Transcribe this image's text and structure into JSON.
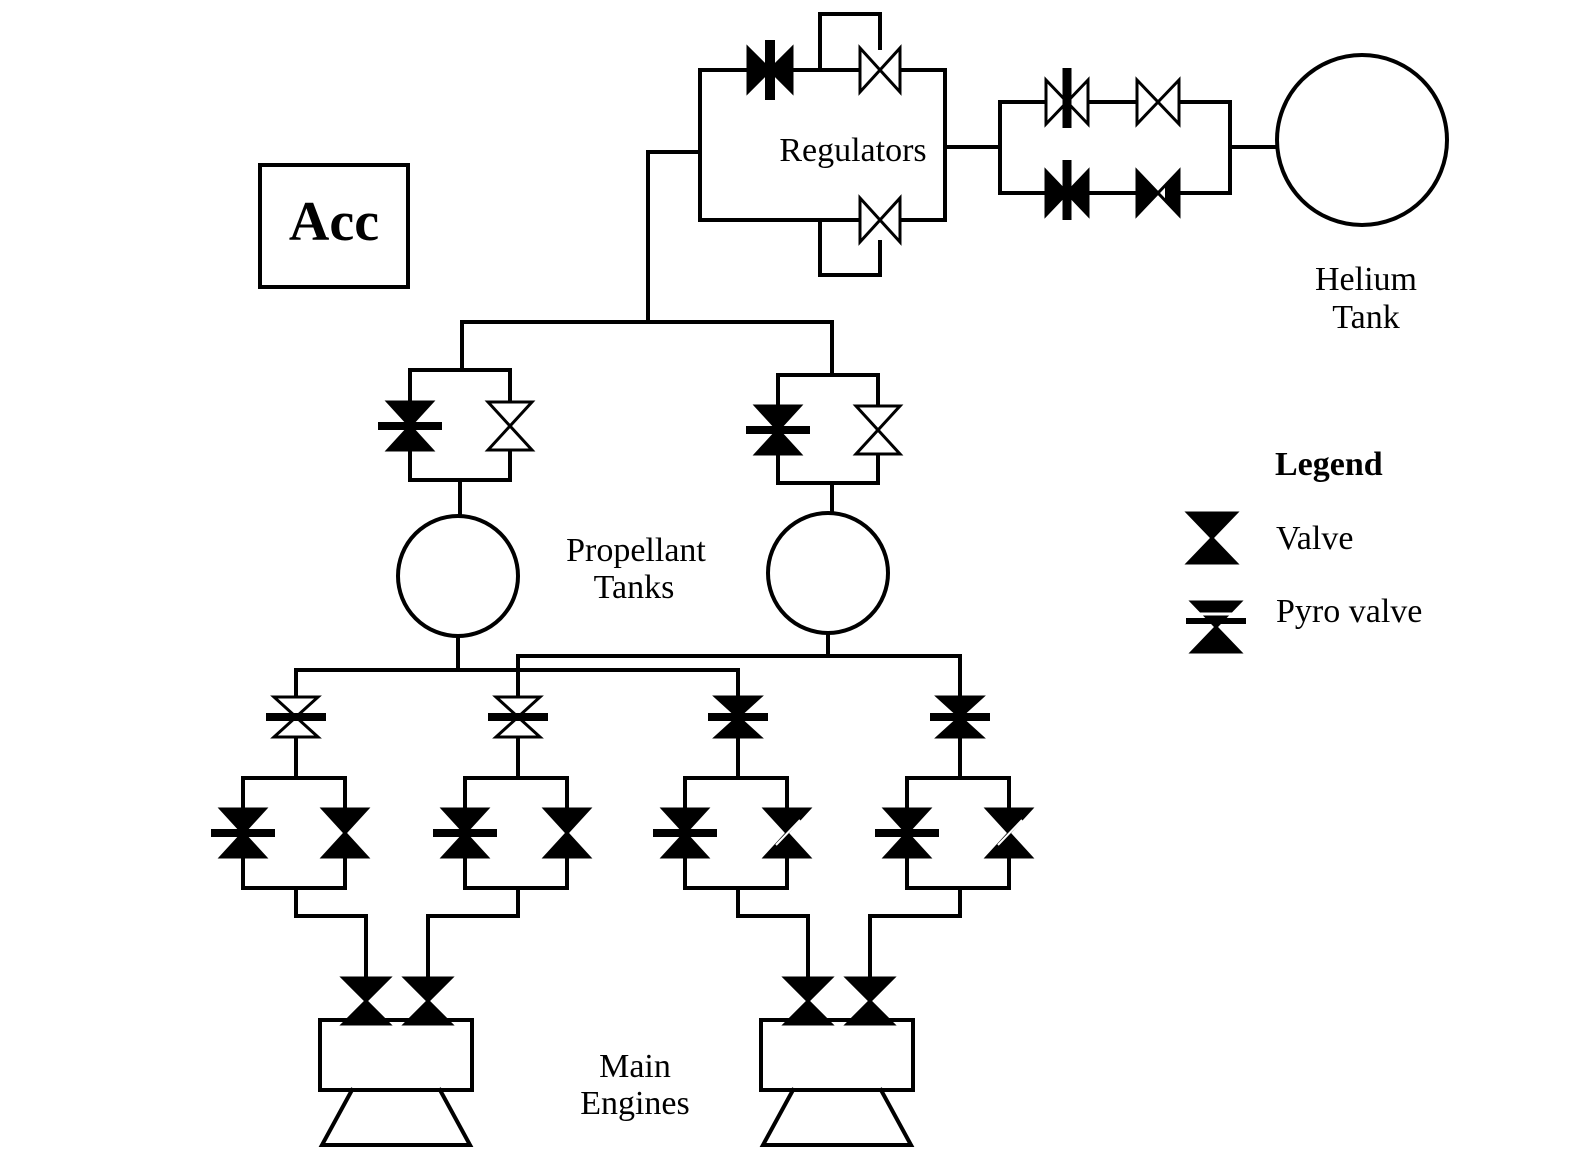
{
  "diagram": {
    "acc_label": "Acc",
    "regulators_label": "Regulators",
    "helium_tank_label": [
      "Helium",
      "Tank"
    ],
    "propellant_tanks_label": [
      "Propellant",
      "Tanks"
    ],
    "main_engines_label": [
      "Main",
      "Engines"
    ]
  },
  "legend": {
    "title": "Legend",
    "items": [
      {
        "label": "Valve",
        "icon": "valve-icon"
      },
      {
        "label": "Pyro valve",
        "icon": "pyro-valve-icon"
      }
    ]
  },
  "colors": {
    "line": "#000000",
    "background": "#ffffff"
  }
}
